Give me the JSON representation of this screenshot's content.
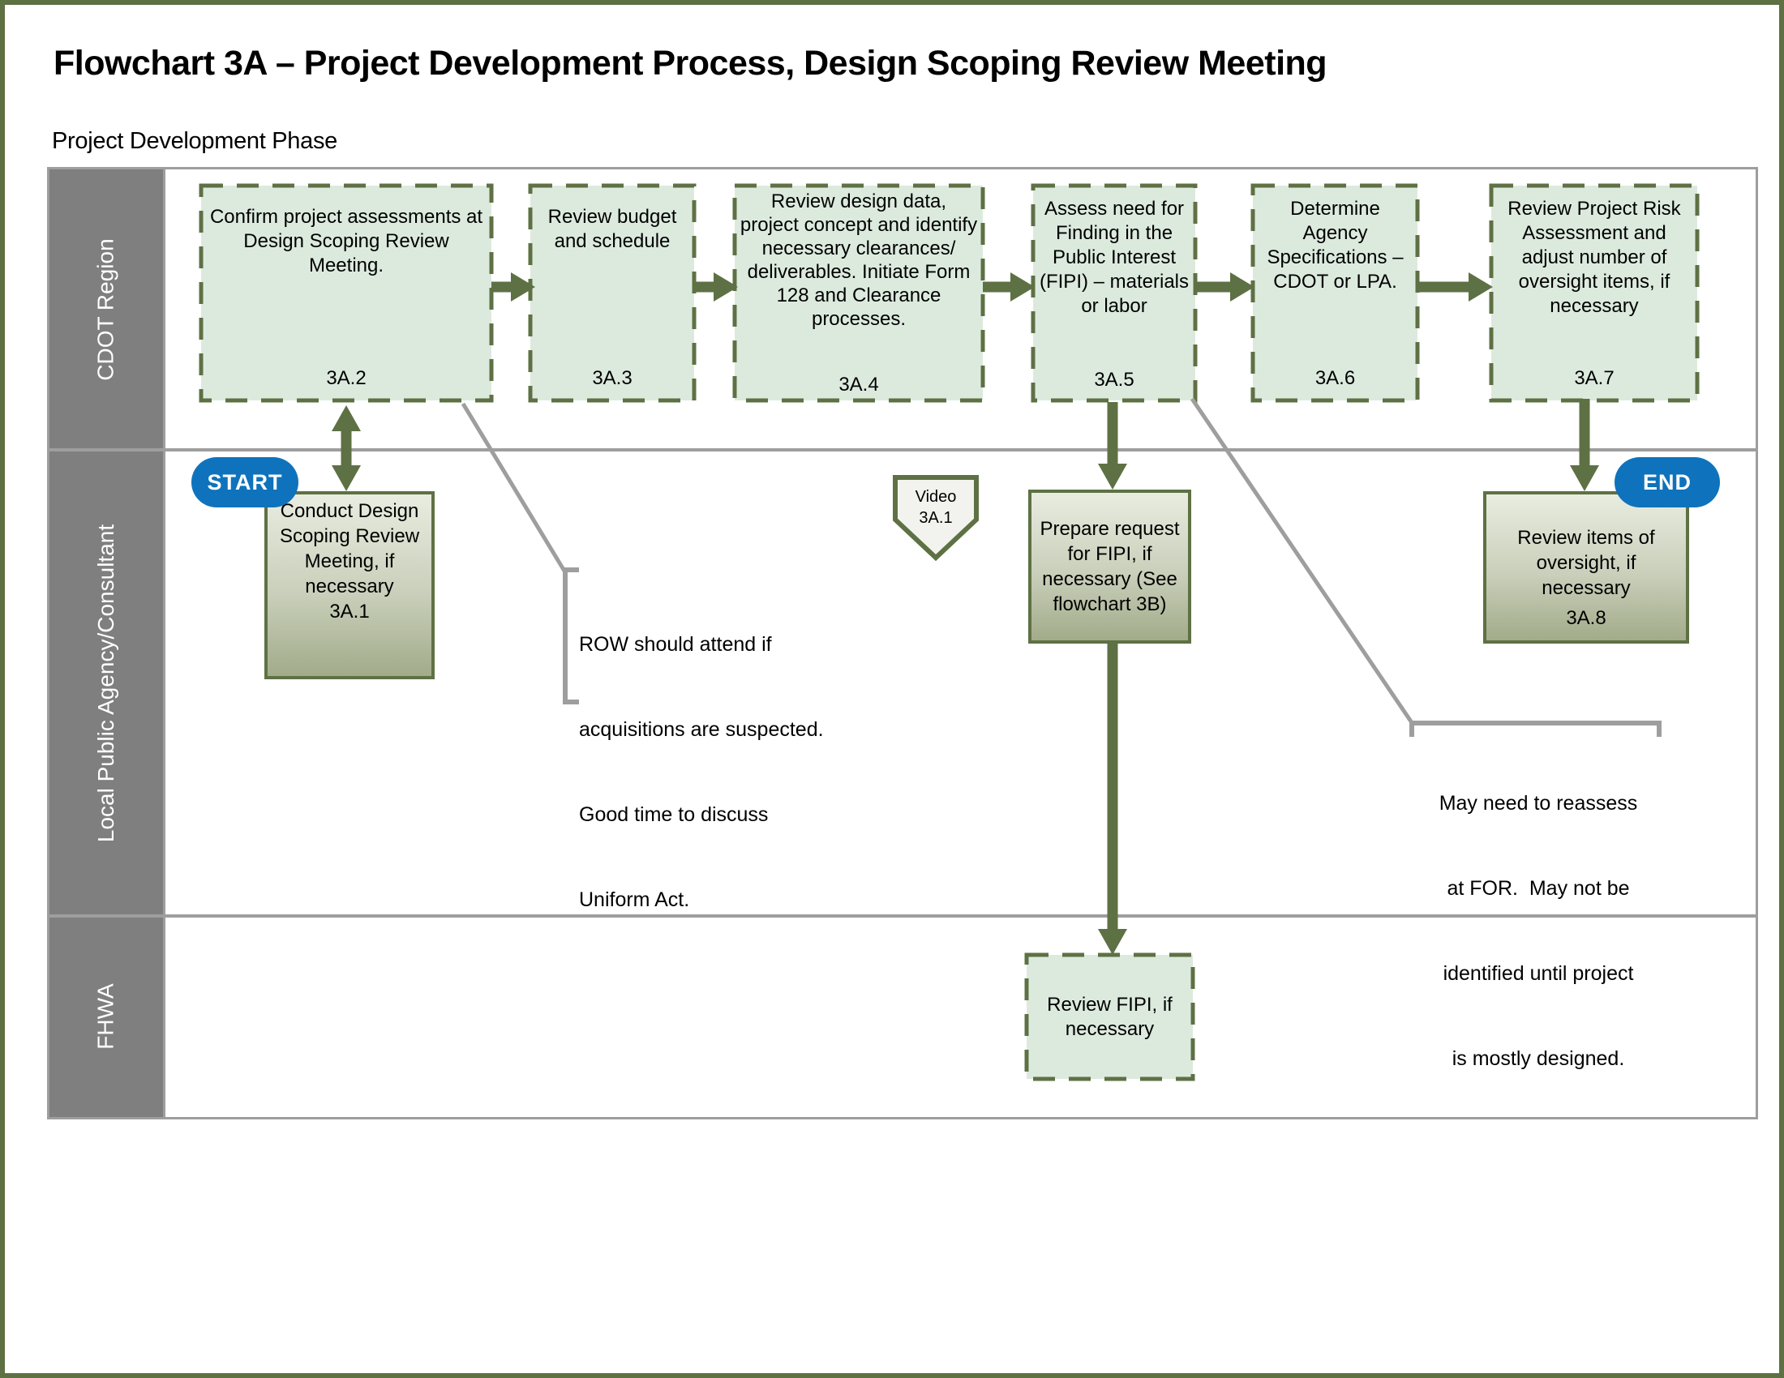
{
  "page": {
    "title": "Flowchart 3A – Project Development Process, Design Scoping Review Meeting",
    "phase_label": "Project Development Phase"
  },
  "lanes": [
    {
      "label": "CDOT Region"
    },
    {
      "label": "Local Public Agency/Consultant"
    },
    {
      "label": "FHWA"
    }
  ],
  "process_boxes": {
    "b3a2": {
      "text": "Confirm project assessments at Design Scoping Review Meeting.",
      "number": "3A.2"
    },
    "b3a3": {
      "text": "Review budget and schedule",
      "number": "3A.3"
    },
    "b3a4": {
      "text": "Review design data, project concept and identify necessary clearances/ deliverables. Initiate Form 128 and Clearance processes.",
      "number": "3A.4"
    },
    "b3a5": {
      "text": "Assess need for Finding in the Public Interest (FIPI) – materials or labor",
      "number": "3A.5"
    },
    "b3a6": {
      "text": "Determine Agency Specifications – CDOT or LPA.",
      "number": "3A.6"
    },
    "b3a7": {
      "text": "Review Project Risk Assessment and adjust number of oversight items, if necessary",
      "number": "3A.7"
    },
    "b3a1": {
      "text": "Conduct Design Scoping Review Meeting, if necessary",
      "number": "3A.1"
    },
    "prepare": {
      "text": "Prepare request for FIPI, if necessary (See flowchart 3B)"
    },
    "b3a8": {
      "text": "Review items of oversight, if necessary",
      "number": "3A.8"
    },
    "review_fipi": {
      "text": "Review FIPI, if necessary"
    }
  },
  "terminators": {
    "start": "START",
    "end": "END"
  },
  "video_marker": {
    "label": "Video",
    "number": "3A.1"
  },
  "callouts": {
    "row": {
      "lines": [
        "ROW should attend if",
        "acquisitions are suspected.",
        "Good time to discuss",
        "Uniform Act."
      ]
    },
    "reassess": {
      "lines": [
        "May need to reassess",
        "at FOR.  May not be",
        "identified until project",
        "is mostly designed."
      ]
    }
  },
  "colors": {
    "olive": "#5e7144",
    "box_fill": "#dceade",
    "blue": "#0e73bc",
    "lane_gray": "#7f7f7f",
    "line_gray": "#9e9e9e",
    "page_border": "#5d7142",
    "marker_fill": "#f2f3ee"
  }
}
